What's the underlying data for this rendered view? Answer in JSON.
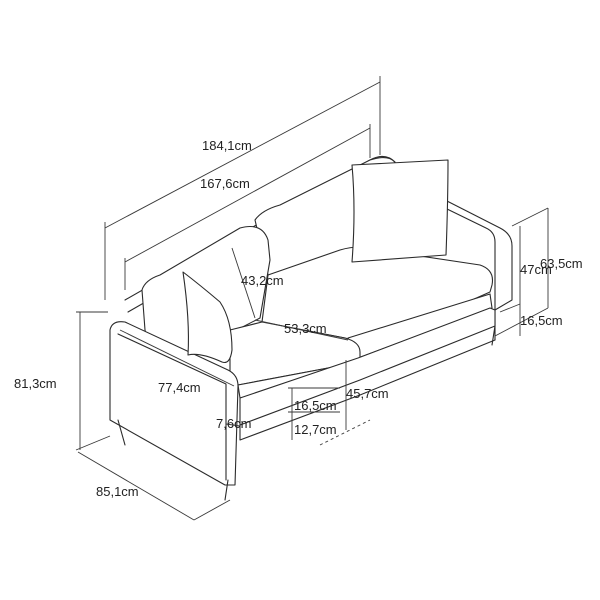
{
  "dimensions": {
    "total_width": "184,1cm",
    "seat_width": "167,6cm",
    "back_height": "43,2cm",
    "cushion_depth": "53,3cm",
    "arm_length": "77,4cm",
    "total_height": "81,3cm",
    "arm_height": "63,5cm",
    "seat_height": "47cm",
    "leg_height_side": "16,5cm",
    "seat_floor_height": "45,7cm",
    "frame_height": "16,5cm",
    "arm_width": "7,6cm",
    "leg_height": "12,7cm",
    "total_depth": "85,1cm"
  }
}
